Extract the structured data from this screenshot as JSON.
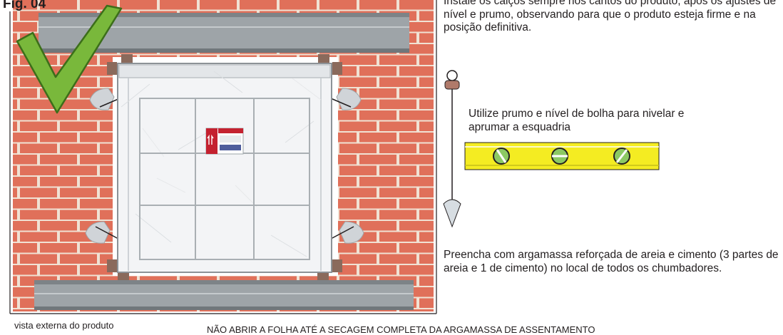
{
  "figure": {
    "label": "Fig. 04"
  },
  "text": {
    "instr_calcos": "Instale os calços sempre nos cantos do produto, após os ajustes de nível e prumo, observando para que o produto esteja firme e na posição definitiva.",
    "instr_prumo": "Utilize prumo e nível de bolha para nivelar e aprumar a esquadria",
    "instr_argamassa": "Preencha com argamassa reforçada de areia e cimento (3 partes de areia e 1 de cimento) no local de todos os chumbadores.",
    "caption_vista": "vista externa do produto",
    "warning": "NÃO ABRIR A FOLHA ATÉ A SECAGEM COMPLETA DA ARGAMASSA DE ASSENTAMENTO"
  },
  "colors": {
    "brick": "#e0705a",
    "mortar": "#f0e2d4",
    "sill": "#9ea4a8",
    "wrap": "#f3f4f6",
    "check": "#79b83b",
    "level_body": "#f4ec22",
    "spacer": "#8a6a5c"
  },
  "icons": {
    "check": "check-icon",
    "plumb_bob": "plumb-bob-icon",
    "spirit_level": "spirit-level-icon",
    "label_sticker": "label-sticker-icon"
  }
}
